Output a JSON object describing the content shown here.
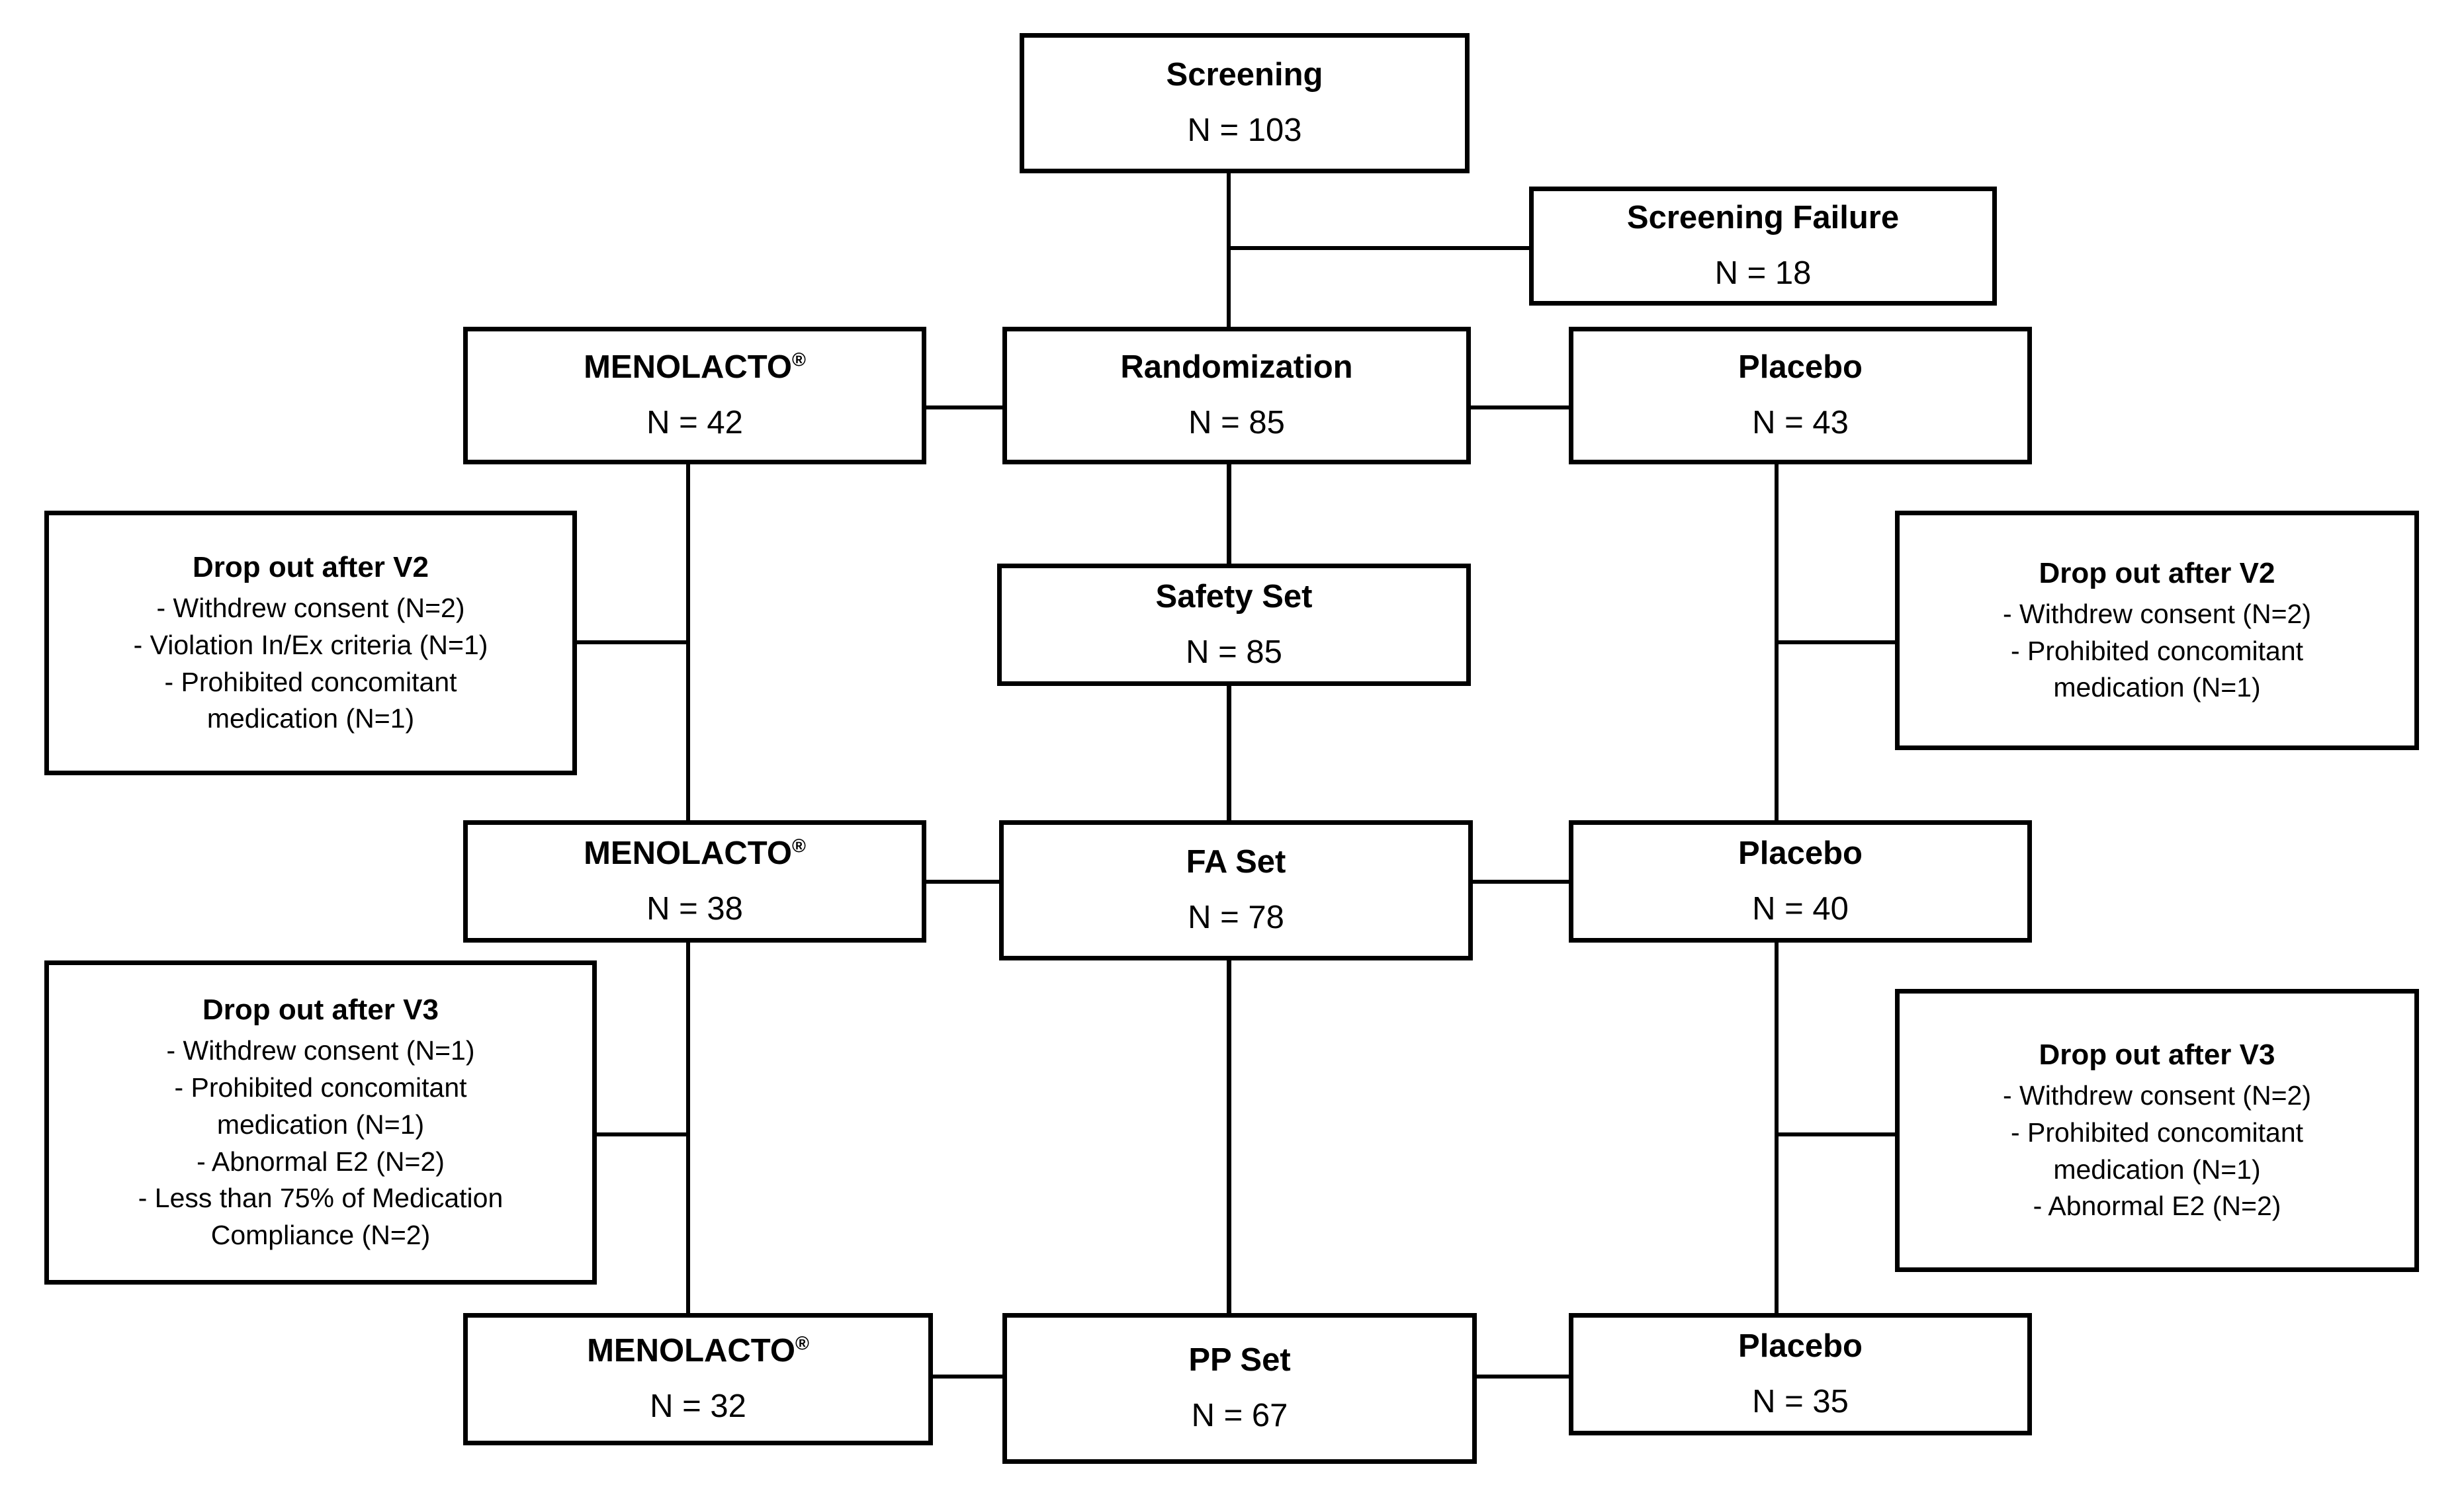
{
  "diagram": {
    "title": "Clinical trial participant flow diagram (CONSORT)",
    "registered_mark": "®"
  },
  "nodes": {
    "screening": {
      "label": "Screening",
      "n": "N = 103"
    },
    "screening_failure": {
      "label": "Screening Failure",
      "n": "N = 18"
    },
    "randomization": {
      "label": "Randomization",
      "n": "N = 85"
    },
    "menolacto_rand": {
      "label": "MENOLACTO",
      "n": "N = 42",
      "mark": "®"
    },
    "placebo_rand": {
      "label": "Placebo",
      "n": "N = 43"
    },
    "safety_set": {
      "label": "Safety Set",
      "n": "N = 85"
    },
    "menolacto_fa": {
      "label": "MENOLACTO",
      "n": "N = 38",
      "mark": "®"
    },
    "fa_set": {
      "label": "FA Set",
      "n": "N = 78"
    },
    "placebo_fa": {
      "label": "Placebo",
      "n": "N = 40"
    },
    "menolacto_pp": {
      "label": "MENOLACTO",
      "n": "N = 32",
      "mark": "®"
    },
    "pp_set": {
      "label": "PP Set",
      "n": "N = 67"
    },
    "placebo_pp": {
      "label": "Placebo",
      "n": "N = 35"
    }
  },
  "dropouts": {
    "left_v2": {
      "heading": "Drop out after V2",
      "lines": [
        "- Withdrew consent (N=2)",
        "- Violation In/Ex criteria (N=1)",
        "- Prohibited concomitant",
        "medication (N=1)"
      ]
    },
    "right_v2": {
      "heading": "Drop out after V2",
      "lines": [
        "- Withdrew consent (N=2)",
        "- Prohibited concomitant",
        "medication (N=1)"
      ]
    },
    "left_v3": {
      "heading": "Drop out after V3",
      "lines": [
        "- Withdrew consent (N=1)",
        "- Prohibited concomitant",
        "medication (N=1)",
        "- Abnormal E2 (N=2)",
        "- Less than 75% of Medication",
        "Compliance (N=2)"
      ]
    },
    "right_v3": {
      "heading": "Drop out after V3",
      "lines": [
        "- Withdrew consent (N=2)",
        "- Prohibited concomitant",
        "medication (N=1)",
        "- Abnormal E2 (N=2)"
      ]
    }
  },
  "colors": {
    "stroke": "#000000",
    "background": "#ffffff",
    "text": "#000000"
  }
}
